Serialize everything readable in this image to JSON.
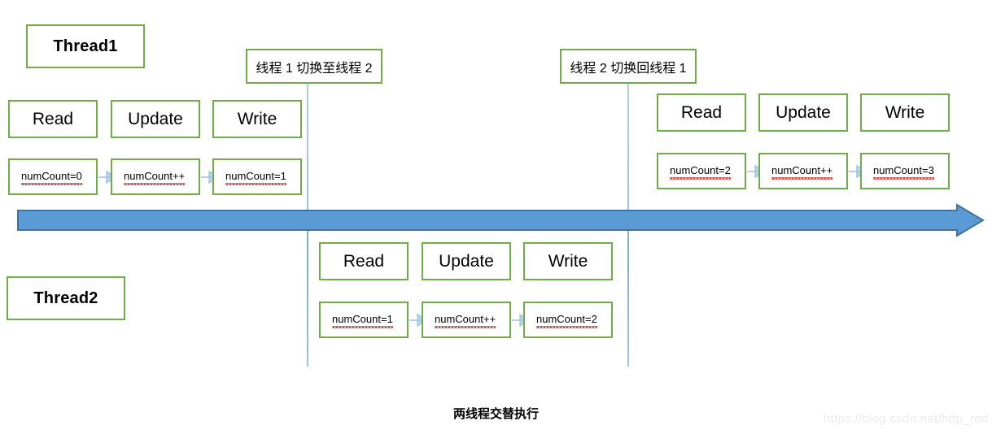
{
  "diagram": {
    "caption": "两线程交替执行",
    "watermark": "https://blog.csdn.net/http_red",
    "colors": {
      "box_border_green": "#70AD47",
      "timeline_fill_blue": "#5B9BD5",
      "timeline_border_blue": "#41719C",
      "connector_blue": "#9CC3E5",
      "divider_blue": "#9CC3E5",
      "spellcheck_red": "#E03030",
      "watermark_gray": "#EBEBEB"
    }
  },
  "thread_labels": {
    "thread1": "Thread1",
    "thread2": "Thread2"
  },
  "switch_labels": {
    "switch_1_to_2": "线程 1 切换至线程 2",
    "switch_2_to_1": "线程 2 切换回线程 1"
  },
  "segments": [
    {
      "id": "thread1-first",
      "thread": "Thread1",
      "ops": [
        "Read",
        "Update",
        "Write"
      ],
      "values": [
        "numCount=0",
        "numCount++",
        "numCount=1"
      ]
    },
    {
      "id": "thread2-only",
      "thread": "Thread2",
      "ops": [
        "Read",
        "Update",
        "Write"
      ],
      "values": [
        "numCount=1",
        "numCount++",
        "numCount=2"
      ]
    },
    {
      "id": "thread1-second",
      "thread": "Thread1",
      "ops": [
        "Read",
        "Update",
        "Write"
      ],
      "values": [
        "numCount=2",
        "numCount++",
        "numCount=3"
      ]
    }
  ]
}
